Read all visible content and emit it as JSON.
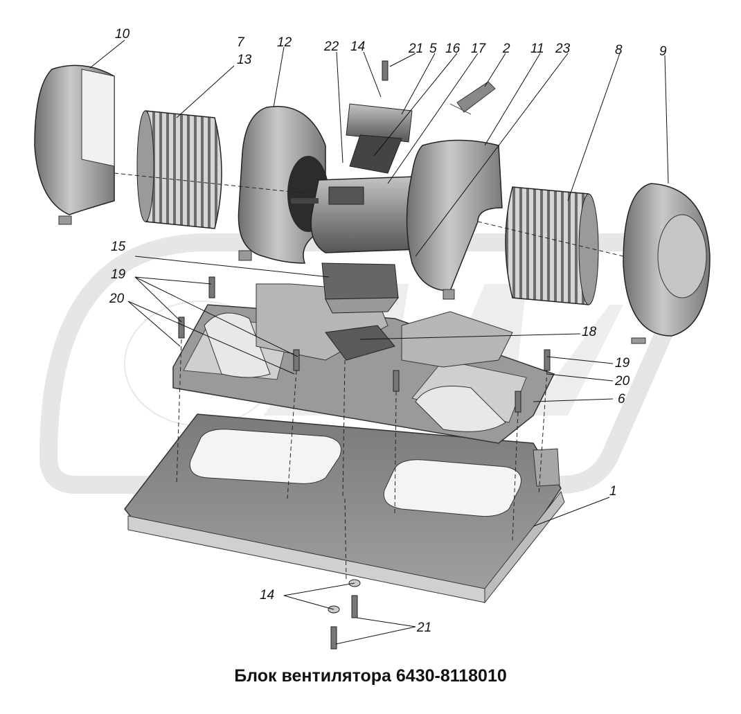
{
  "caption": "Блок вентилятора 6430-8118010",
  "callouts": {
    "c10": "10",
    "c7": "7",
    "c13": "13",
    "c12": "12",
    "c22": "22",
    "c14a": "14",
    "c21a": "21",
    "c5": "5",
    "c16": "16",
    "c17": "17",
    "c2": "2",
    "c11": "11",
    "c23": "23",
    "c8": "8",
    "c9": "9",
    "c15": "15",
    "c19a": "19",
    "c20a": "20",
    "c18": "18",
    "c19b": "19",
    "c20b": "20",
    "c6": "6",
    "c1": "1",
    "c14b": "14",
    "c21b": "21"
  },
  "colors": {
    "metal": "#8f8f8f",
    "metal_light": "#c8c8c8",
    "metal_dark": "#4a4a4a",
    "watermark": "#e2e2e2",
    "ink": "#111111"
  }
}
